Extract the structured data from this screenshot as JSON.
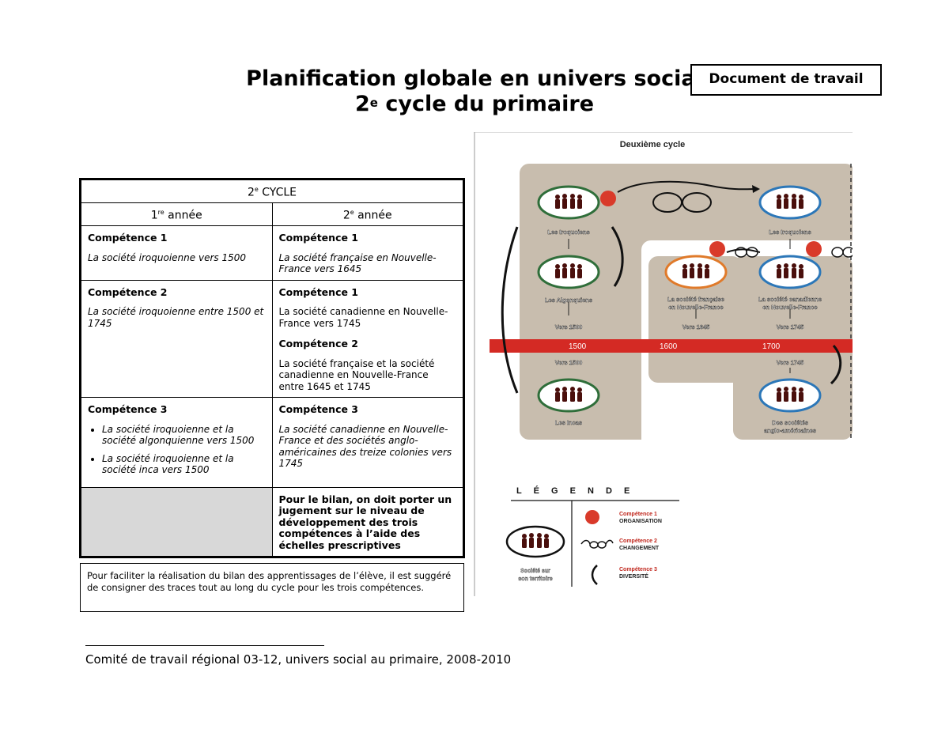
{
  "title": {
    "line1": "Planification globale en univers social",
    "line2_prefix": "2",
    "line2_sup": "e",
    "line2_rest": " cycle du primaire"
  },
  "badge": "Document de travail",
  "table": {
    "cycle": {
      "num": "2",
      "sup": "e",
      "text": " CYCLE"
    },
    "year1": {
      "num": "1",
      "sup": "re",
      "text": " année"
    },
    "year2": {
      "num": "2",
      "sup": "e",
      "text": " année"
    },
    "r1c1": {
      "comp": "Compétence 1",
      "text": "La société iroquoienne vers 1500"
    },
    "r1c2": {
      "comp": "Compétence 1",
      "text": "La société française en Nouvelle-France vers 1645"
    },
    "r2c1": {
      "comp": "Compétence 2",
      "text": "La société iroquoienne entre 1500 et 1745"
    },
    "r2c2a": {
      "comp": "Compétence 1",
      "text": "La société canadienne en Nouvelle-France vers 1745"
    },
    "r2c2b": {
      "comp": "Compétence 2",
      "text": "La société française et la société canadienne en Nouvelle-France entre 1645 et 1745"
    },
    "r3c1": {
      "comp": "Compétence 3",
      "b1": "La société iroquoienne et la société algonquienne vers 1500",
      "b2": "La société iroquoienne et la société inca vers 1500"
    },
    "r3c2": {
      "comp": "Compétence 3",
      "text": "La société canadienne en Nouvelle-France et des sociétés anglo-américaines des treize colonies vers 1745"
    },
    "bilan": "Pour le bilan, on doit porter un jugement sur le niveau de développement des trois compétences à l’aide des échelles prescriptives"
  },
  "note": "Pour faciliter la réalisation du bilan des apprentissages de l’élève, il est suggéré de consigner des traces tout au long du cycle pour les trois compétences.",
  "footer": "Comité de travail régional 03-12, univers social au primaire, 2008-2010",
  "figure": {
    "title": "Deuxième cycle",
    "soc_iroq1": "Les Iroquoiens",
    "soc_iroq2": "Les Iroquoiens",
    "soc_algo": "Les Algonquiens",
    "soc_fr_1": "La société française",
    "soc_fr_2": "en Nouvelle-France",
    "soc_ca_1": "La société canadienne",
    "soc_ca_2": "en Nouvelle-France",
    "soc_inca": "Les Incas",
    "soc_anglo_1": "Des sociétés",
    "soc_anglo_2": "anglo-américaines",
    "vers1500a": "Vers 1500",
    "vers1500b": "Vers 1500",
    "vers1645": "Vers 1645",
    "vers1745a": "Vers 1745",
    "vers1745b": "Vers 1745",
    "tl_1500": "1500",
    "tl_1600": "1600",
    "tl_1700": "1700",
    "legend_title": "L É G E N D E",
    "leg_soc_1": "Société sur",
    "leg_soc_2": "son territoire",
    "leg_c1_a": "Compétence 1",
    "leg_c1_b": "ORGANISATION",
    "leg_c2_a": "Compétence 2",
    "leg_c2_b": "CHANGEMENT",
    "leg_c3_a": "Compétence 3",
    "leg_c3_b": "DIVERSITÉ",
    "colors": {
      "panel": "#c8bdae",
      "timeline": "#d42a24",
      "org": "#d93a2a",
      "oval_green": "#2f6e3a",
      "oval_blue": "#2c77b8",
      "oval_orange": "#e07a2a"
    }
  }
}
